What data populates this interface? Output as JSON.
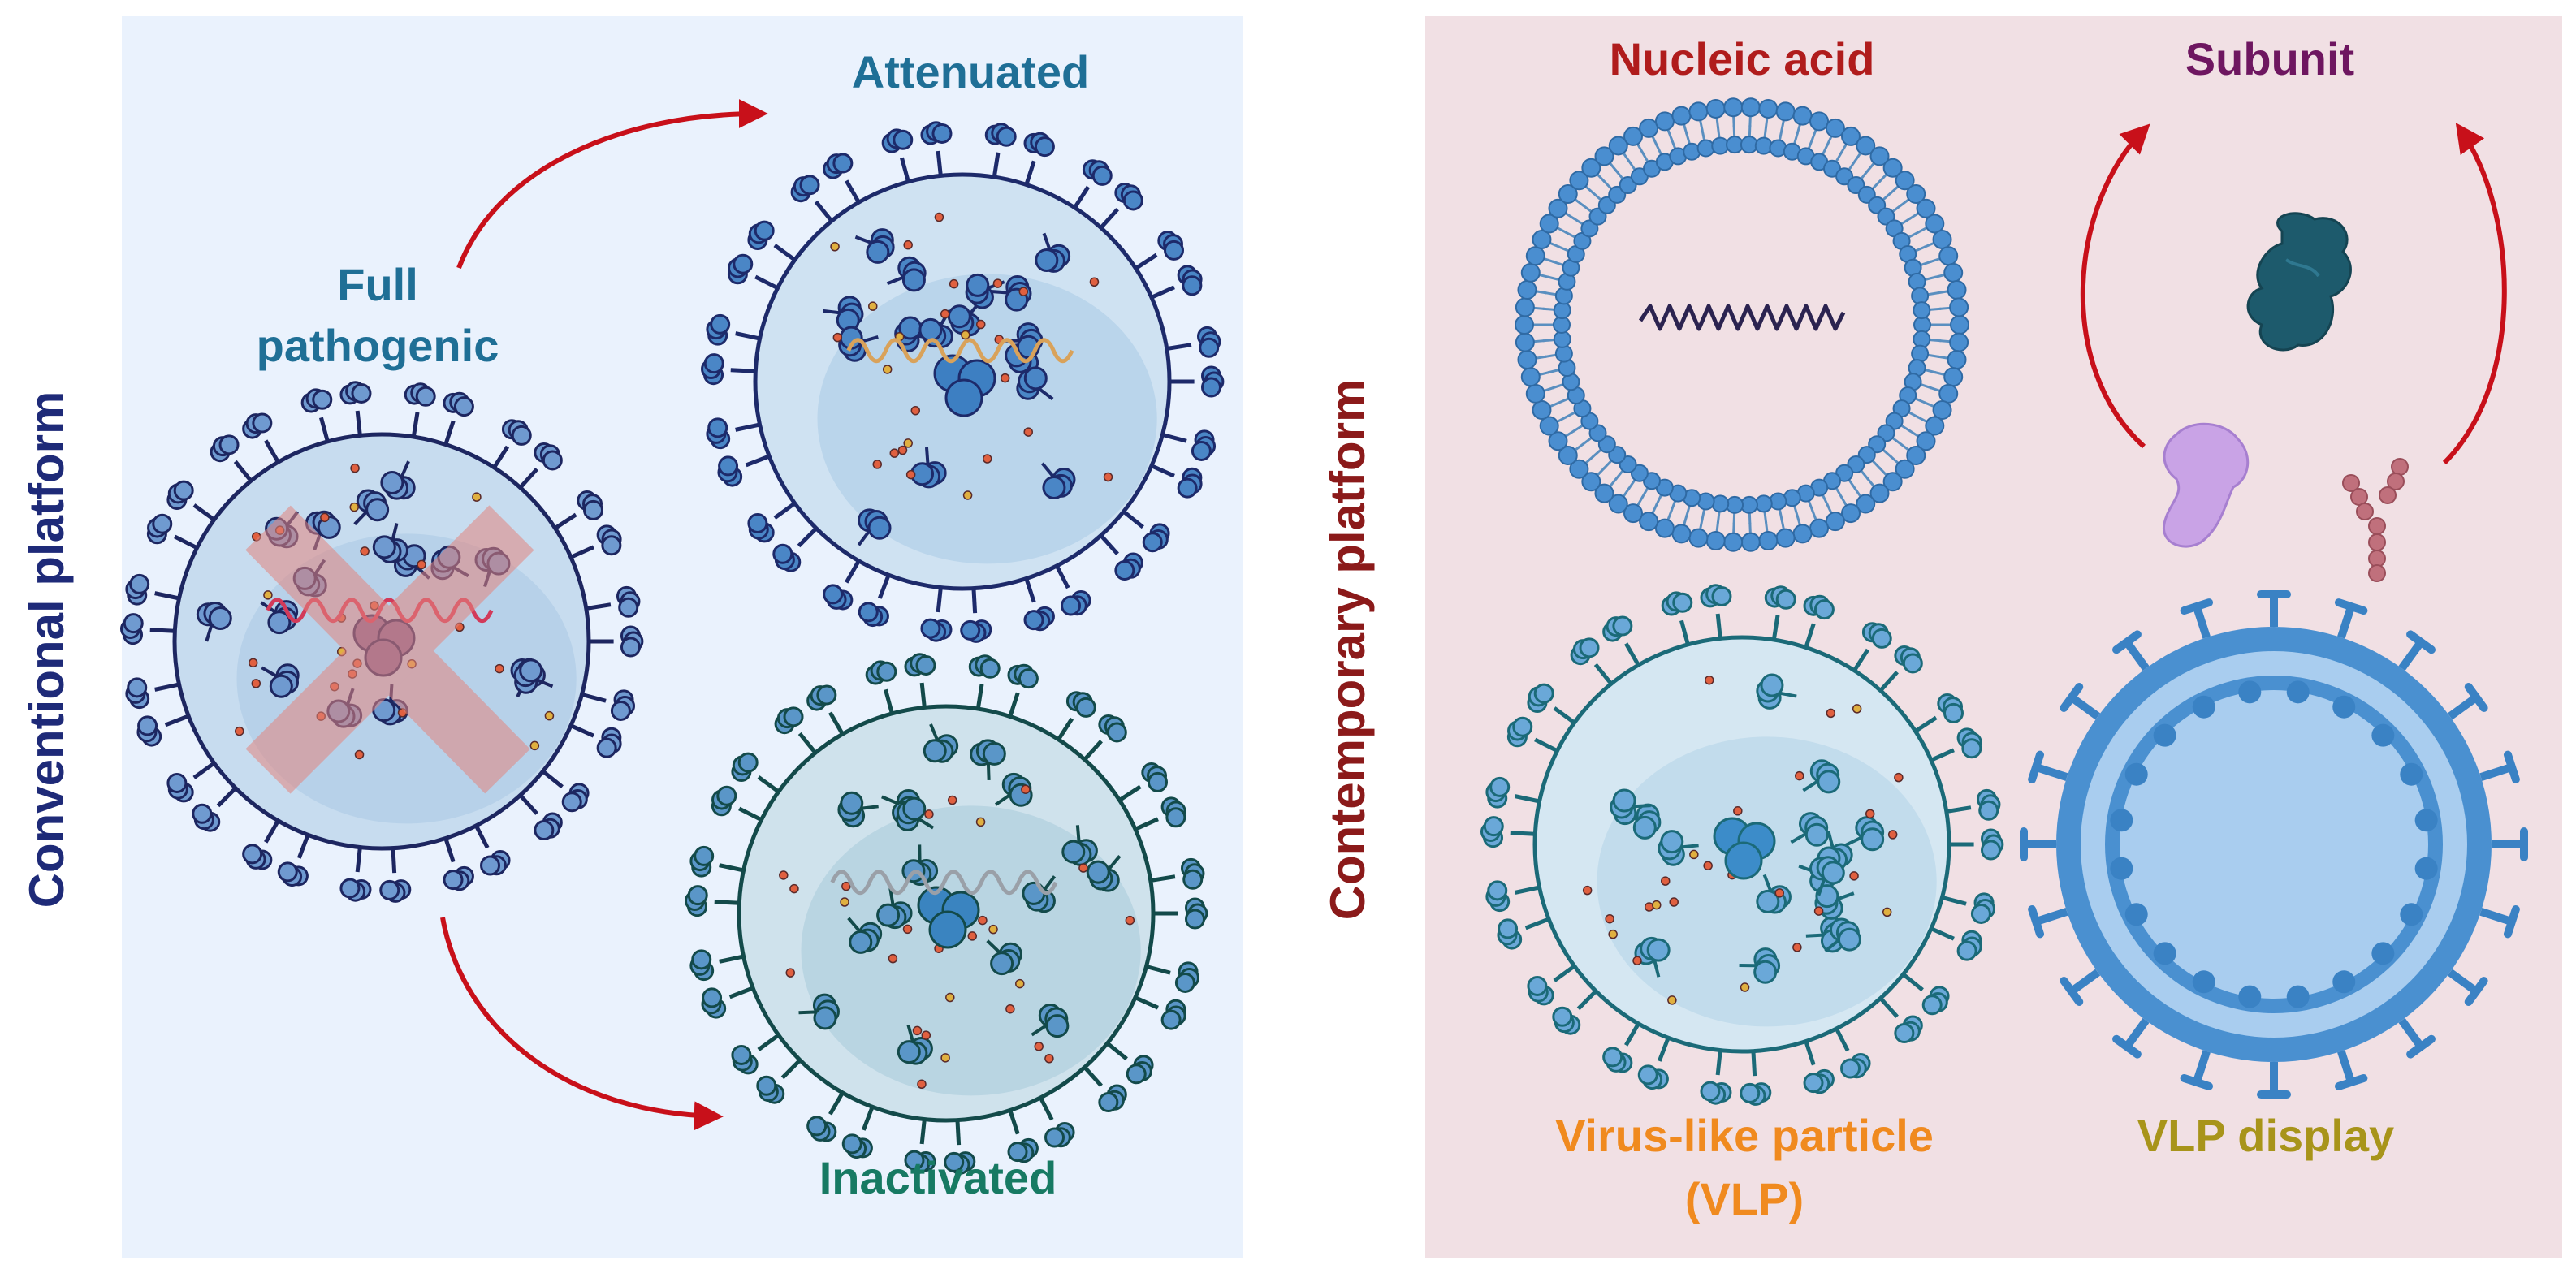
{
  "conventional": {
    "title": "Conventional platform",
    "full_pathogenic_line1": "Full",
    "full_pathogenic_line2": "pathogenic",
    "attenuated": "Attenuated",
    "inactivated": "Inactivated"
  },
  "contemporary": {
    "title": "Contemporary platform",
    "nucleic_acid": "Nucleic acid",
    "subunit": "Subunit",
    "vlp_line1": "Virus-like particle",
    "vlp_line2": "(VLP)",
    "vlp_display": "VLP display"
  },
  "colors": {
    "conventional_bg": "#eaf2fd",
    "contemporary_bg": "#f1e0e4",
    "conventional_title": "#1e2a78",
    "contemporary_title": "#8b1a1a",
    "full_pathogenic": "#1f6f96",
    "attenuated": "#1f6f96",
    "inactivated": "#177a63",
    "nucleic_acid": "#b01c1c",
    "subunit": "#6e1660",
    "vlp": "#f08a1f",
    "vlp_display": "#a8941a",
    "arrow": "#c8101a"
  }
}
